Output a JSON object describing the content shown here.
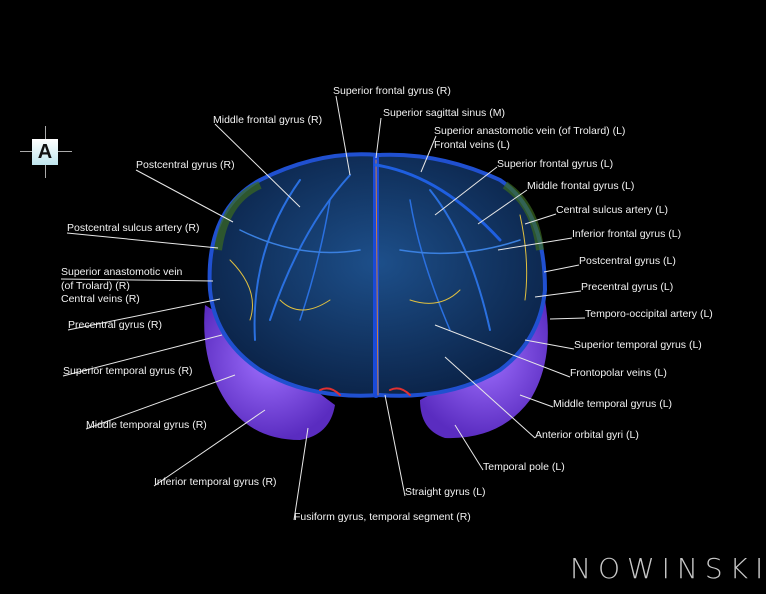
{
  "orientation": {
    "label": "A"
  },
  "logo": {
    "text": "NOWINSKI"
  },
  "colors": {
    "background": "#000000",
    "cortex": "#0f2f5a",
    "temporal": "#7a3fe0",
    "veins": "#1f5fe0",
    "arteries": "#e0c040"
  },
  "labels": [
    "Superior frontal gyrus (R)",
    "Superior sagittal sinus (M)",
    "Superior anastomotic vein (of Trolard) (L)",
    "Frontal veins (L)",
    "Middle frontal gyrus (R)",
    "Superior frontal gyrus (L)",
    "Middle frontal gyrus (L)",
    "Postcentral gyrus (R)",
    "Central sulcus artery (L)",
    "Postcentral sulcus artery (R)",
    "Inferior frontal gyrus (L)",
    "Postcentral gyrus (L)",
    "Superior anastomotic vein",
    "(of Trolard) (R)",
    "Central veins (R)",
    "Precentral gyrus (R)",
    "Precentral gyrus (L)",
    "Temporo-occipital artery (L)",
    "Superior temporal gyrus (R)",
    "Superior temporal gyrus (L)",
    "Frontopolar veins (L)",
    "Middle temporal gyrus (R)",
    "Middle temporal gyrus (L)",
    "Anterior orbital gyri (L)",
    "Inferior temporal gyrus (R)",
    "Temporal pole (L)",
    "Straight gyrus (L)",
    "Fusiform gyrus, temporal segment (R)"
  ]
}
